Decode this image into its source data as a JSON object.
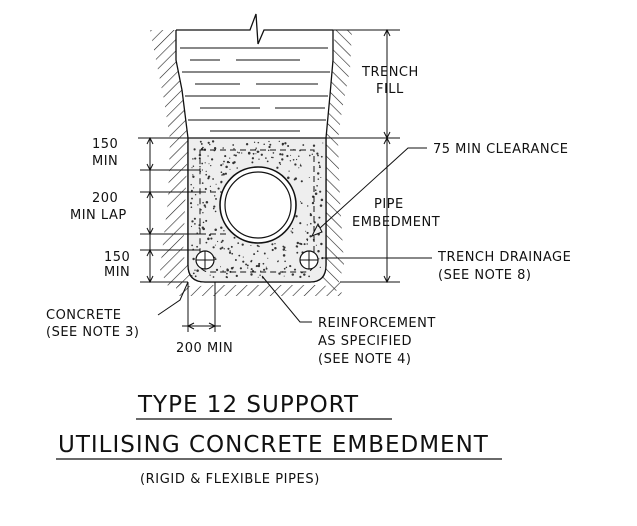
{
  "labels": {
    "trench_fill_1": "TRENCH",
    "trench_fill_2": "FILL",
    "dim_150_top_1": "150",
    "dim_150_top_2": "MIN",
    "dim_200_lap_1": "200",
    "dim_200_lap_2": "MIN LAP",
    "dim_150_bot_1": "150",
    "dim_150_bot_2": "MIN",
    "clearance": "75 MIN CLEARANCE",
    "pipe_embed_1": "PIPE",
    "pipe_embed_2": "EMBEDMENT",
    "trench_drain_1": "TRENCH DRAINAGE",
    "trench_drain_2": "(SEE NOTE 8)",
    "concrete_1": "CONCRETE",
    "concrete_2": "(SEE NOTE 3)",
    "dim_200_min": "200 MIN",
    "reinf_1": "REINFORCEMENT",
    "reinf_2": "AS SPECIFIED",
    "reinf_3": "(SEE NOTE 4)"
  },
  "title": {
    "line1": "TYPE 12 SUPPORT",
    "line2": "UTILISING CONCRETE EMBEDMENT",
    "subtitle": "(RIGID & FLEXIBLE PIPES)"
  }
}
